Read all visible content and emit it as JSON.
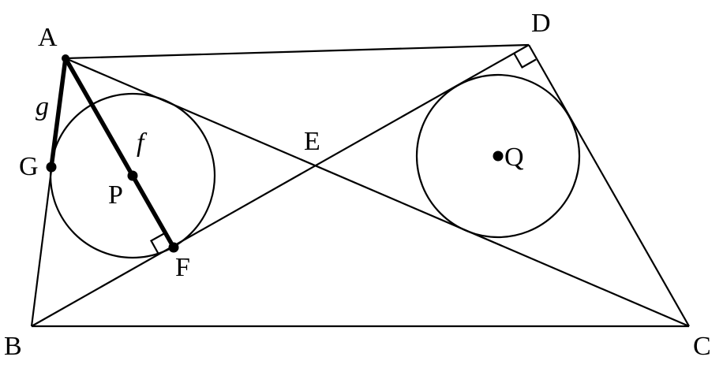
{
  "figure": {
    "labels": {
      "A": "A",
      "B": "B",
      "C": "C",
      "D": "D",
      "E": "E",
      "F": "F",
      "G": "G",
      "P": "P",
      "Q": "Q",
      "f": "f",
      "g": "g"
    },
    "colors": {
      "stroke": "#000000",
      "background": "#ffffff"
    }
  }
}
